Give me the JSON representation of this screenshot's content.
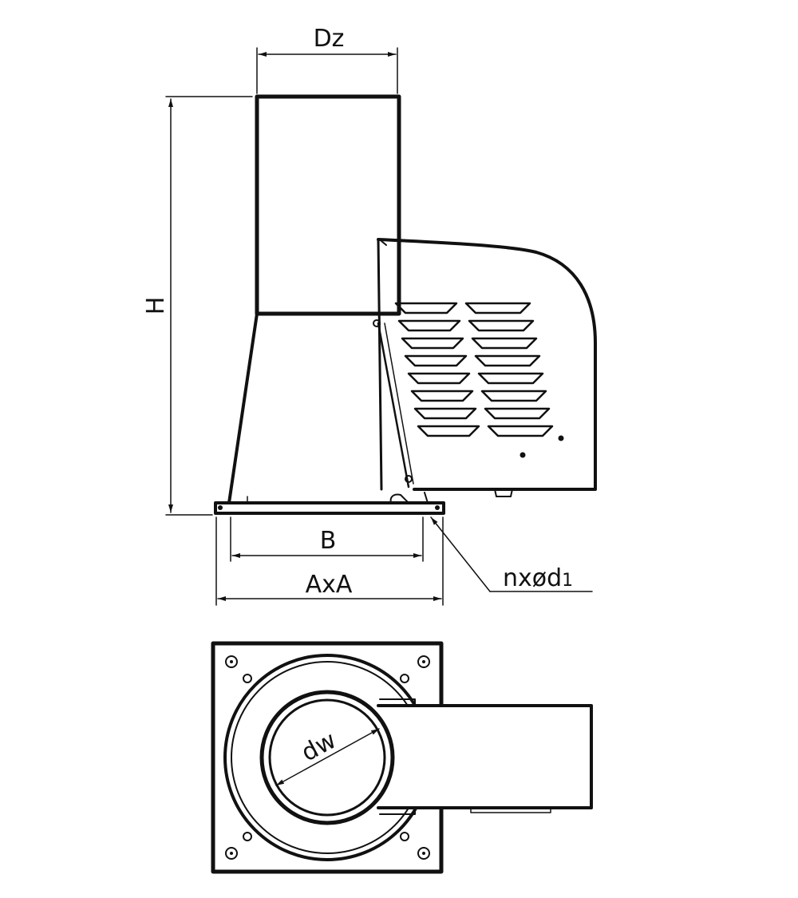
{
  "labels": {
    "dz": "Dz",
    "h": "H",
    "b": "B",
    "axa": "AxA",
    "n": "nxød",
    "n_sub": "1",
    "dw": "dw"
  },
  "colors": {
    "stroke": "#111111",
    "background": "#ffffff"
  }
}
